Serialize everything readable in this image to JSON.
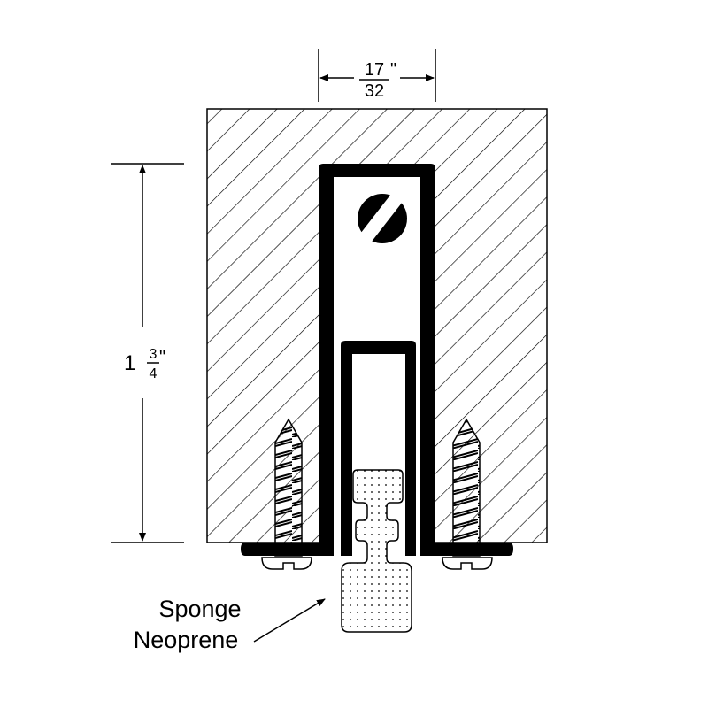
{
  "dimensions": {
    "width": {
      "numerator": "17",
      "denominator": "32",
      "unit": "\""
    },
    "height": {
      "whole": "1",
      "numerator": "3",
      "denominator": "4",
      "unit": "\""
    }
  },
  "labels": {
    "material_line1": "Sponge",
    "material_line2": "Neoprene"
  },
  "colors": {
    "line": "#000000",
    "background": "#ffffff"
  }
}
